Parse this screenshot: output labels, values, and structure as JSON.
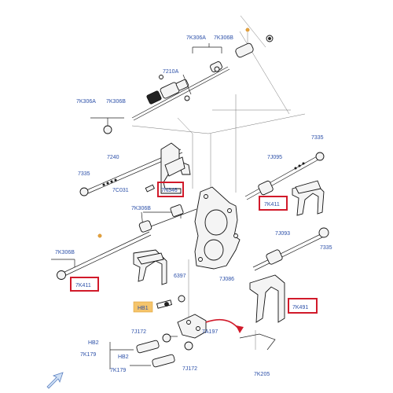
{
  "labels": {
    "k306a_top": "7K306A",
    "k306b_top": "7K306B",
    "n7210a": "7210A",
    "k306a_left": "7K306A",
    "k306b_left": "7K306B",
    "n7240": "7240",
    "n7335_left": "7335",
    "c031": "7C031",
    "n346": "7N346",
    "k306b_mid": "7K306B",
    "k306b_low": "7K306B",
    "k411_left": "7K411",
    "n6397": "6397",
    "hb1": "HB1",
    "j086": "7J086",
    "j095": "7J095",
    "n7335_right_top": "7335",
    "k411_right": "7K411",
    "j093": "7J093",
    "n7335_right_mid": "7335",
    "k491": "7K491",
    "j172_a": "7J172",
    "a197": "7A197",
    "hb2_a": "HB2",
    "k179_a": "7K179",
    "hb2_b": "HB2",
    "k179_b": "7K179",
    "j172_b": "7J172",
    "k205": "7K205"
  },
  "colors": {
    "highlight": "#d11a2a",
    "label": "#2b4fa8",
    "badge": "#f5c46b",
    "dot": "#e5a23c"
  },
  "icons": {
    "nav_arrow": "arrow-up-right-icon"
  }
}
